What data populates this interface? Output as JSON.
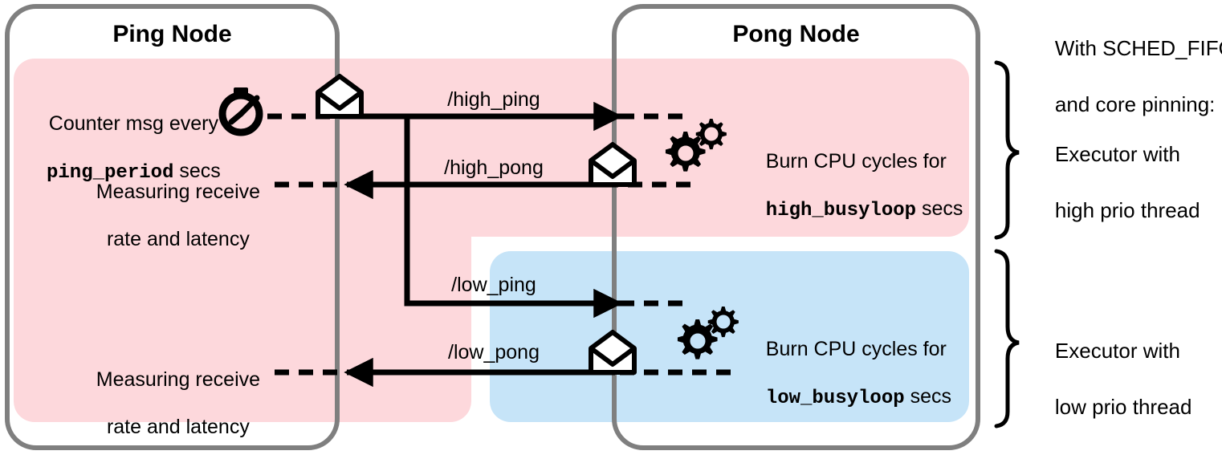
{
  "nodes": [
    {
      "id": "ping",
      "title": "Ping Node"
    },
    {
      "id": "pong",
      "title": "Pong Node"
    }
  ],
  "regions": [
    {
      "id": "high",
      "priority": "high",
      "color": "#fdd8dc"
    },
    {
      "id": "low",
      "priority": "low",
      "color": "#c6e4f8"
    }
  ],
  "ping_side": {
    "producer_line1": "Counter msg every",
    "producer_code": "ping_period",
    "producer_line2_suffix": " secs",
    "measure_high_line1": "Measuring receive",
    "measure_high_line2": "rate and latency",
    "measure_low_line1": "Measuring receive",
    "measure_low_line2": "rate and latency",
    "timer_icon": "stopwatch-icon"
  },
  "pong_side": {
    "high_burn_line1": "Burn CPU cycles for",
    "high_burn_code": "high_busyloop",
    "high_burn_suffix": " secs",
    "low_burn_line1": "Burn CPU cycles for",
    "low_burn_code": "low_busyloop",
    "low_burn_suffix": " secs",
    "gear_icon": "gears-icon"
  },
  "topics": [
    {
      "name": "/high_ping",
      "direction": "ping-to-pong",
      "priority": "high"
    },
    {
      "name": "/high_pong",
      "direction": "pong-to-ping",
      "priority": "high"
    },
    {
      "name": "/low_ping",
      "direction": "ping-to-pong",
      "priority": "low"
    },
    {
      "name": "/low_pong",
      "direction": "pong-to-ping",
      "priority": "low"
    }
  ],
  "legend": {
    "heading_line1": "With SCHED_FIFO",
    "heading_line2": "and core pinning:",
    "brackets": [
      {
        "id": "high",
        "line1": "Executor with",
        "line2": "high prio thread"
      },
      {
        "id": "low",
        "line1": "Executor with",
        "line2": "low prio thread"
      }
    ]
  },
  "colors": {
    "node_border": "#7f7f7f",
    "high_region": "#fdd8dc",
    "low_region": "#c6e4f8",
    "stroke": "#000000",
    "background": "#ffffff"
  }
}
